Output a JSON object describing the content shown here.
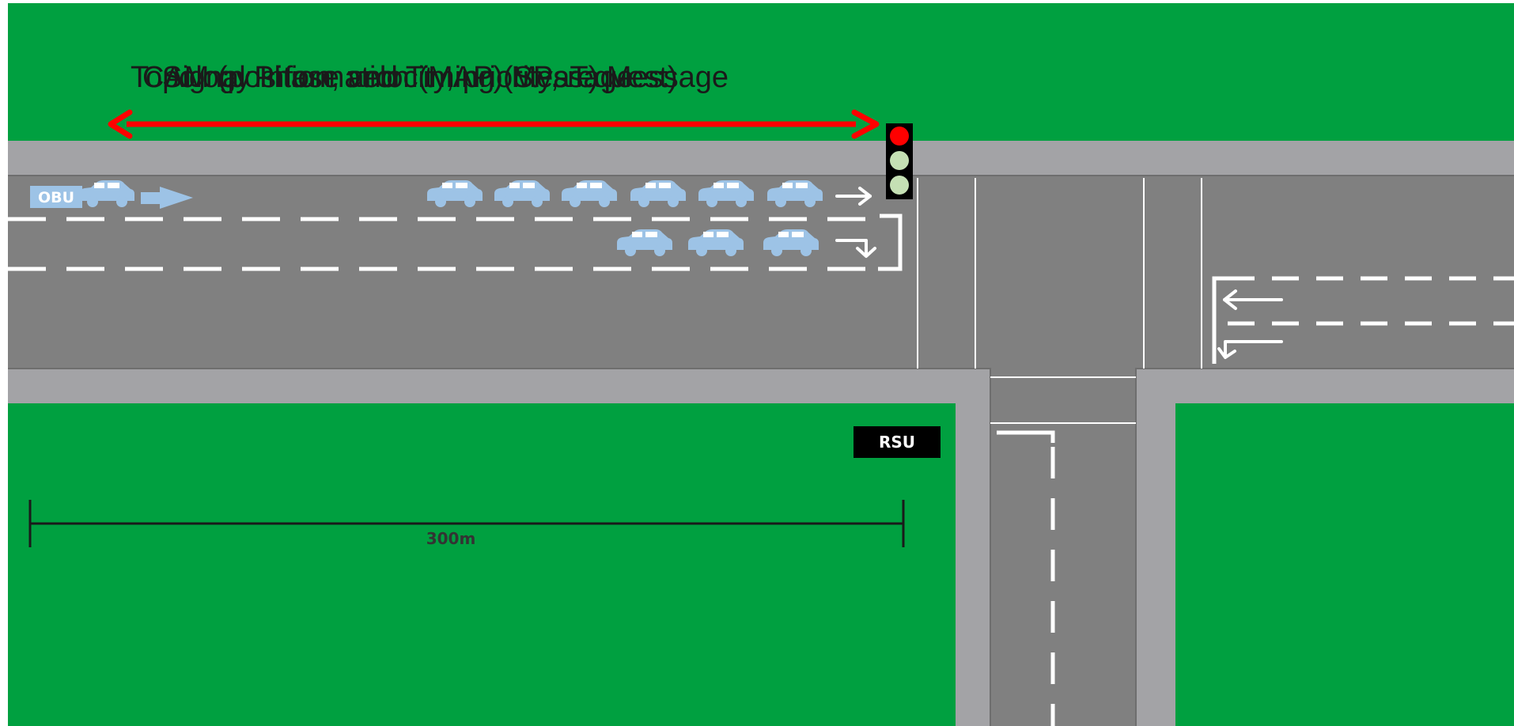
{
  "colors": {
    "grass": "#00A040",
    "sidewalk": "#A3A3A6",
    "road": "#808080",
    "marking": "#FFFFFF",
    "car": "#9DC3E6",
    "arrow_red": "#FF0000",
    "signal_red": "#FF0000",
    "signal_off": "#C5E0B4",
    "label_bg": "#000000"
  },
  "messages": [
    {
      "text": "Signal Phase and Timing (SPaT) Message"
    },
    {
      "text": "Topology Information (MAP) Message"
    },
    {
      "text": "CAM (position, velocity, priority, request)"
    }
  ],
  "labels": {
    "obu": "OBU",
    "rsu": "RSU",
    "distance": "300m"
  },
  "traffic_signal": {
    "active_light": "red",
    "lights": [
      "red",
      "off",
      "off"
    ]
  },
  "icons": {
    "vehicle": "car-icon",
    "direction": "arrow-right-icon",
    "lane_arrow_straight": "straight-arrow-icon",
    "lane_arrow_right": "right-turn-arrow-icon",
    "lane_arrow_left": "left-turn-arrow-icon",
    "range": "double-headed-arrow-icon",
    "signal": "traffic-light-icon"
  }
}
